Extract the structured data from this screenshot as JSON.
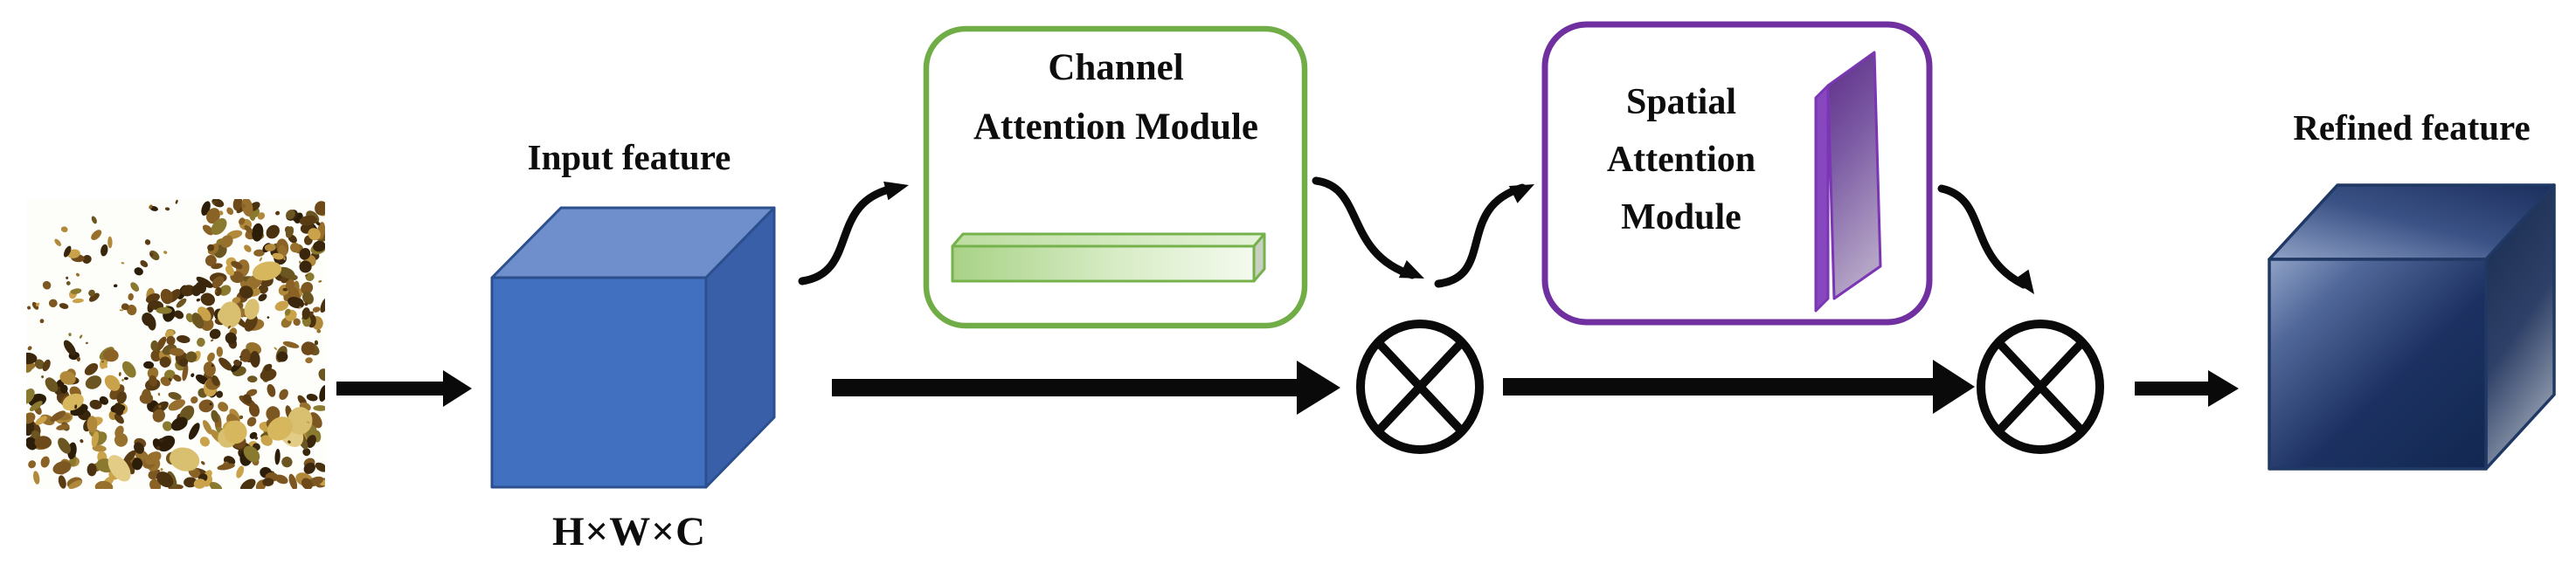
{
  "figure": {
    "type": "architecture-diagram",
    "description": "Attention block diagram: input photo to input feature cube, through channel and spatial attention modules with element-wise multiplications, producing refined feature",
    "input": {
      "label": "Input feature",
      "dims": "H×W×C"
    },
    "channel_module": {
      "line1": "Channel",
      "line2": "Attention Module"
    },
    "spatial_module": {
      "line1": "Spatial",
      "line2": "Attention",
      "line3": "Module"
    },
    "output": {
      "label": "Refined feature"
    },
    "operators": {
      "multiply_symbol": "circled-times (element-wise multiplication)"
    }
  },
  "colors": {
    "green": "#70AD47",
    "green_bar_light": "#AFD78F",
    "green_bar_pale": "#F3FAEC",
    "purple": "#7030A0",
    "purple_plate_dark": "#5C2B87",
    "purple_plate_light": "#B3A3C5",
    "blue_cube_front": "#4170C0",
    "blue_cube_top": "#6E8FCB",
    "blue_cube_side": "#3A5FA9",
    "navy_dark": "#13294F",
    "navy_light": "#8FA2C6",
    "arrow_black": "#0a0a0a",
    "photo_palette": [
      "#5a3c14",
      "#6e4a1a",
      "#7c5722",
      "#8a6226",
      "#4a3210",
      "#3a260c",
      "#97702e",
      "#b08a3a",
      "#c9a24a",
      "#8a7a30",
      "#2c1d08",
      "#6b5520"
    ],
    "photo_gold": [
      "#d9c070",
      "#e3cd86",
      "#d6b75e"
    ]
  }
}
